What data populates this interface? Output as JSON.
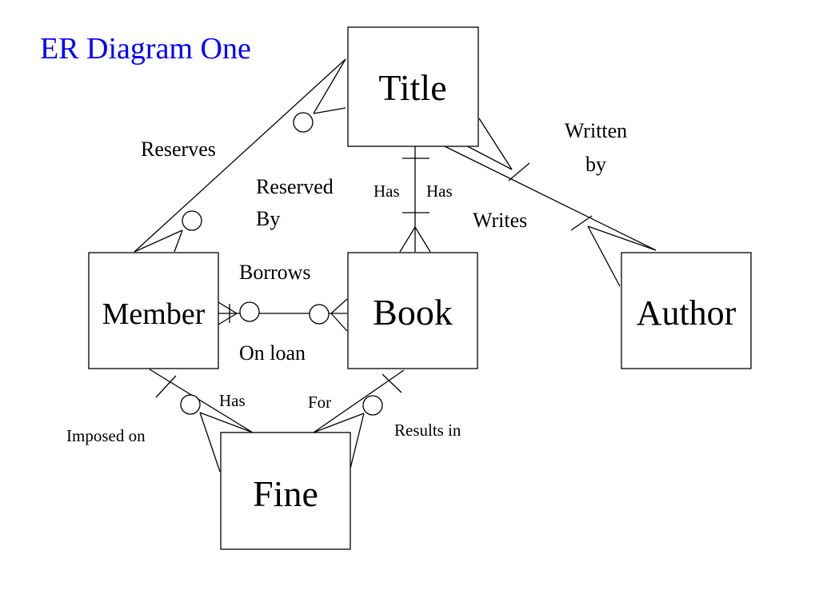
{
  "title": "ER Diagram One",
  "entities": {
    "title": "Title",
    "member": "Member",
    "book": "Book",
    "author": "Author",
    "fine": "Fine"
  },
  "relationships": {
    "reserves": "Reserves",
    "reserved_by_1": "Reserved",
    "reserved_by_2": "By",
    "has_left": "Has",
    "has_right": "Has",
    "written_by_1": "Written",
    "written_by_2": "by",
    "writes": "Writes",
    "borrows": "Borrows",
    "on_loan": "On loan",
    "has_fine": "Has",
    "for": "For",
    "imposed_on": "Imposed on",
    "results_in": "Results in"
  }
}
